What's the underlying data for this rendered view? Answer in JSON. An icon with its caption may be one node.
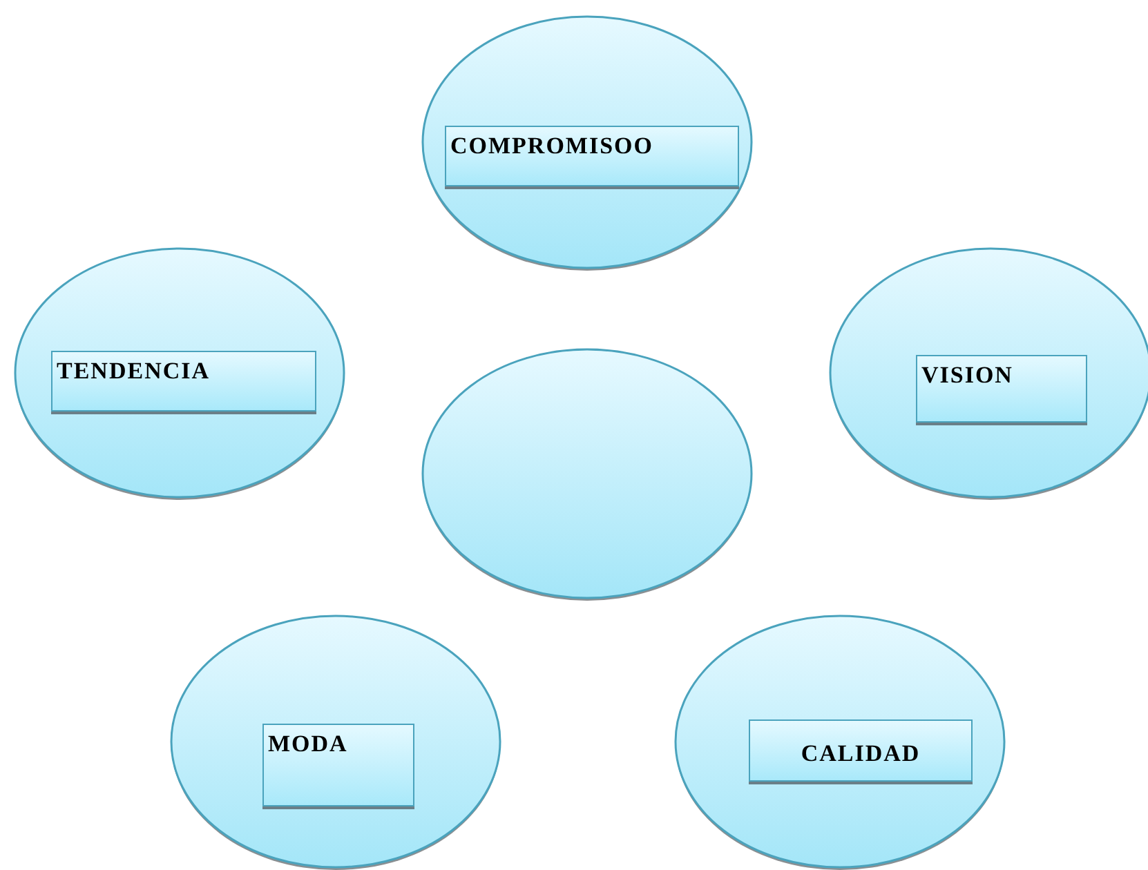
{
  "diagram": {
    "nodes": [
      {
        "text": [
          "COMPROMISOO"
        ]
      },
      {
        "text": [
          "TENDENCIA"
        ]
      },
      {
        "text": [
          "VISION"
        ]
      },
      {
        "text": [],
        "shape": "circle"
      },
      {
        "text": [
          "MODA"
        ]
      },
      {
        "text": [
          "CALIDAD"
        ]
      }
    ]
  }
}
